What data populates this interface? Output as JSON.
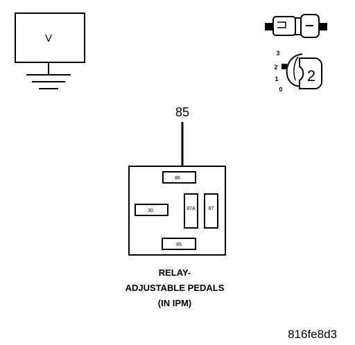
{
  "voltmeter": {
    "label": "V"
  },
  "test_probe": {
    "label": "2",
    "positions": [
      "3",
      "2",
      "1",
      "0"
    ]
  },
  "test_pin": {
    "label": "85"
  },
  "relay": {
    "terminals": {
      "top": "86",
      "left": "30",
      "middle": "87A",
      "right": "87",
      "bottom": "85"
    },
    "caption_line1": "RELAY-",
    "caption_line2": "ADJUSTABLE PEDALS",
    "caption_line3": "(IN IPM)"
  },
  "figure_code": "816fe8d3"
}
